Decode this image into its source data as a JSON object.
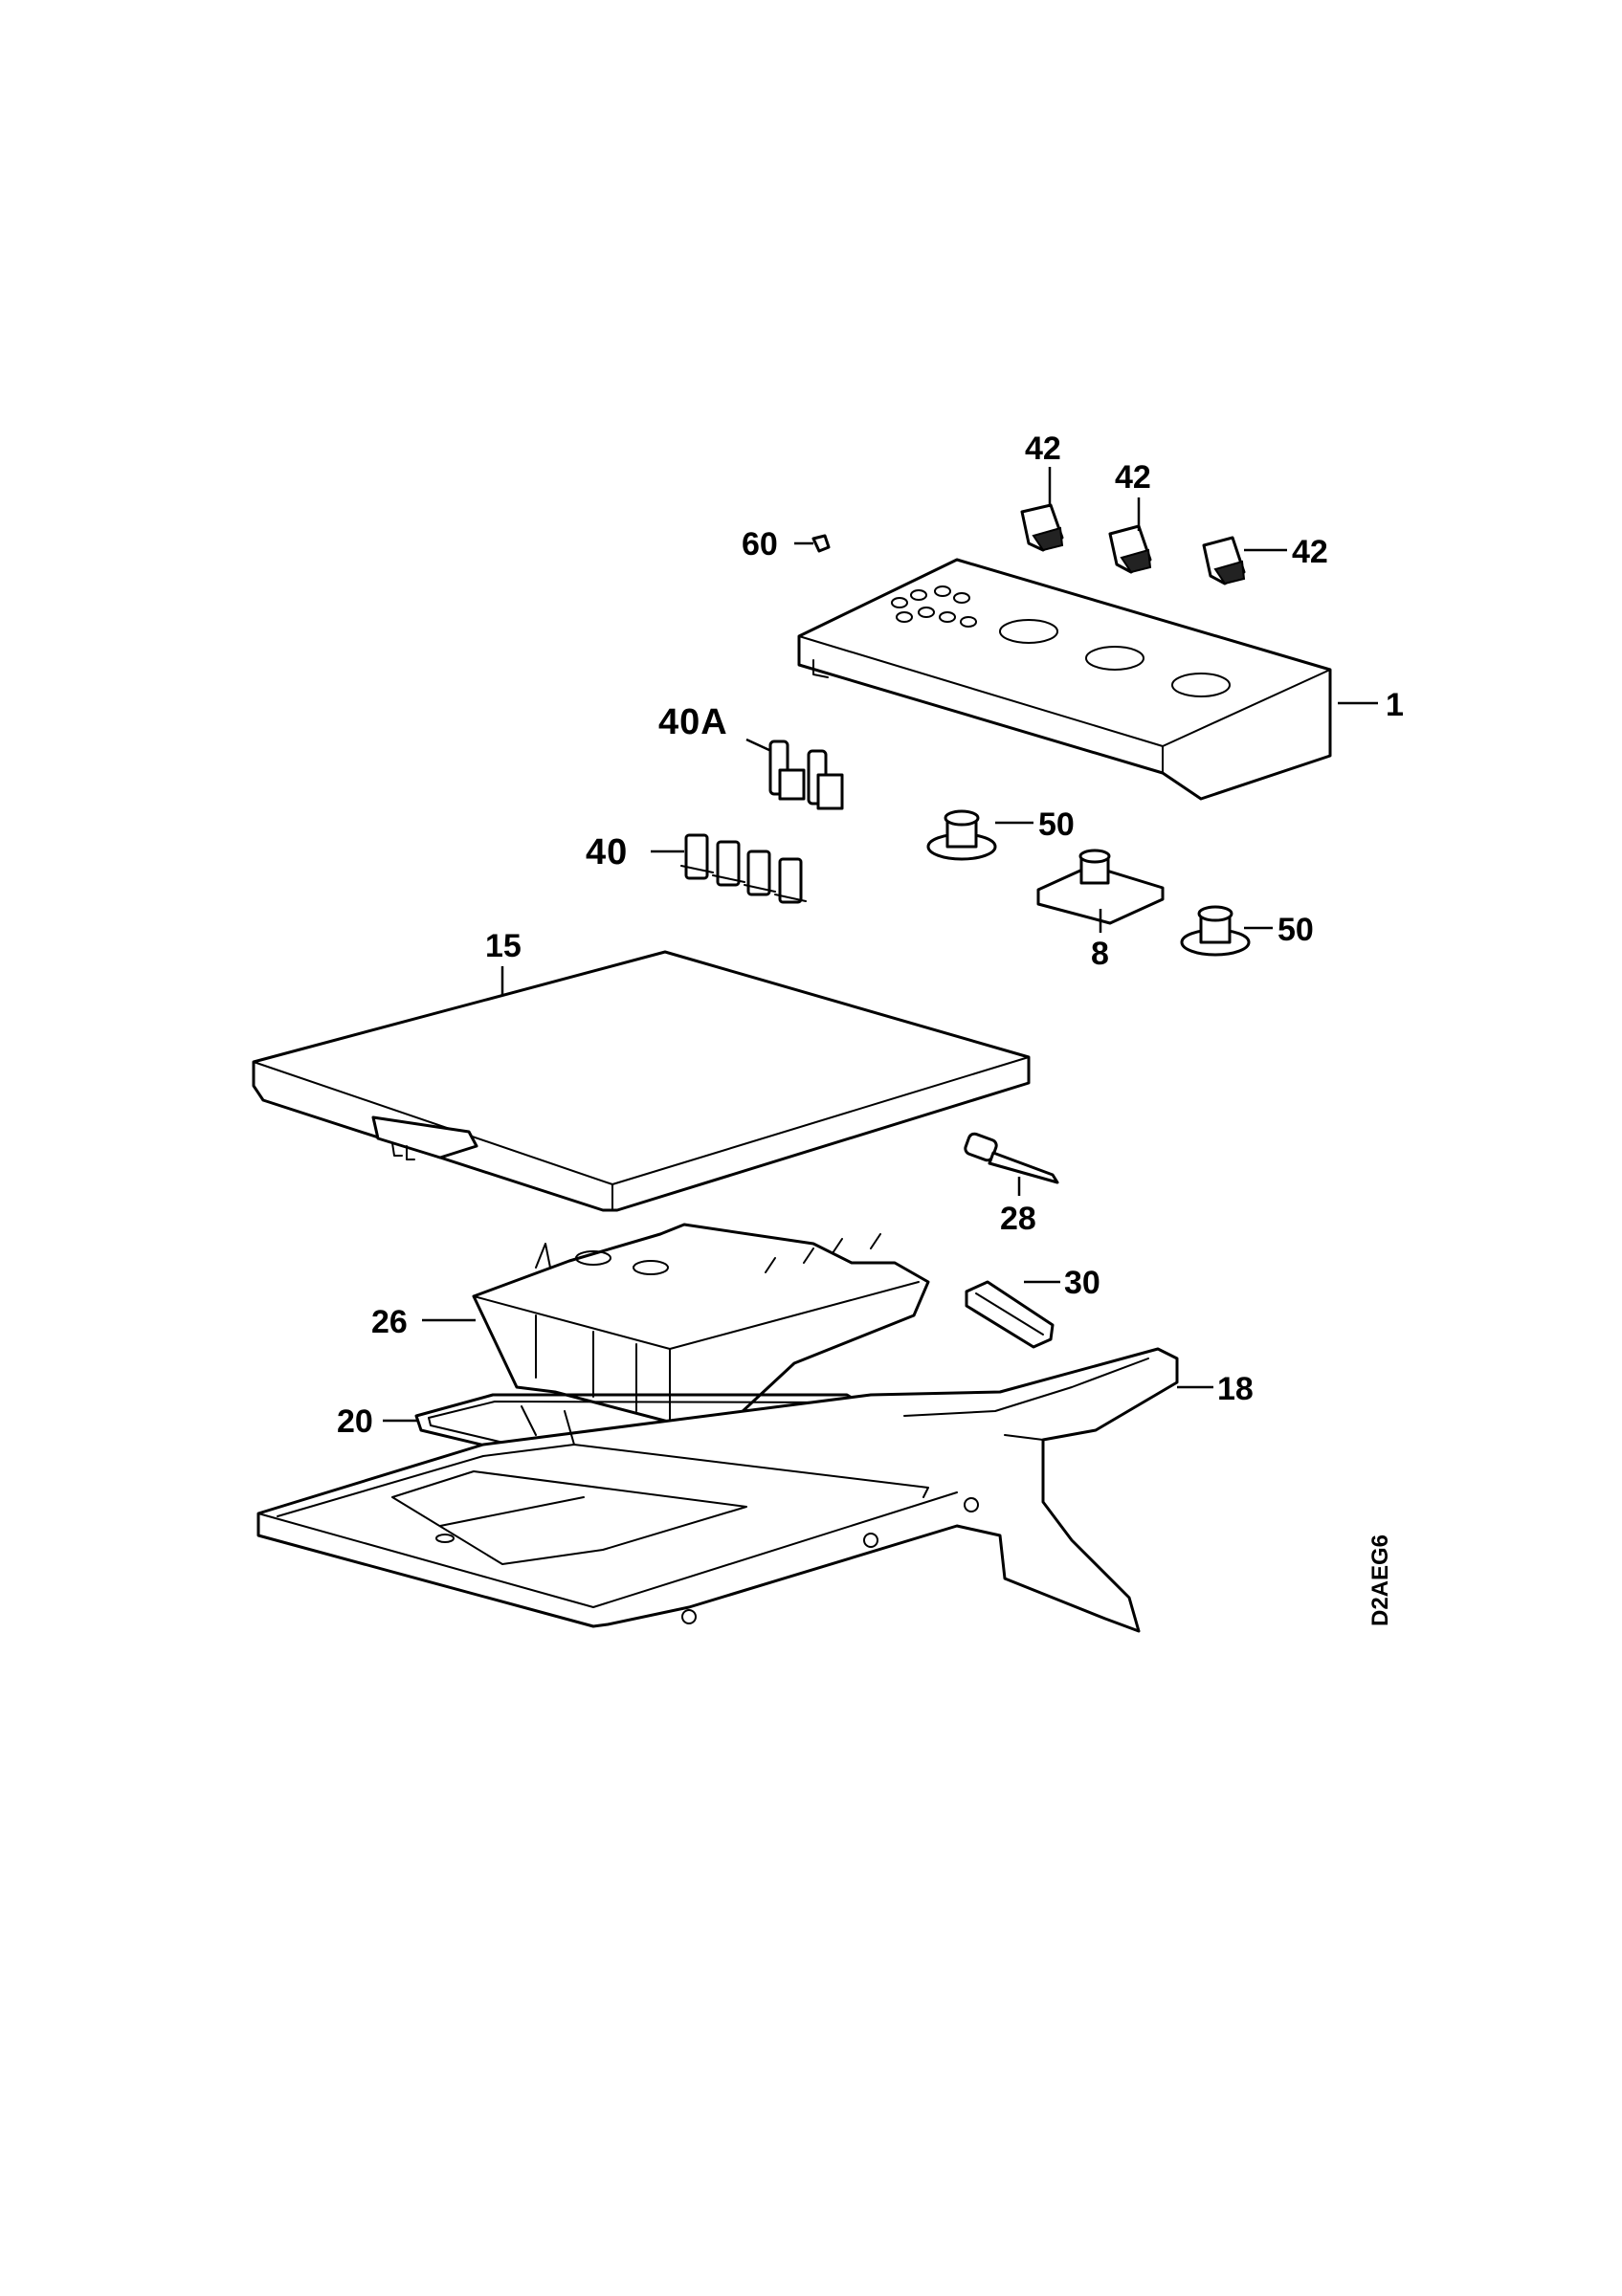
{
  "diagram": {
    "code": "D2AEG6",
    "callouts": {
      "c42a": "42",
      "c42b": "42",
      "c42c": "42",
      "c60": "60",
      "c1": "1",
      "c40A": "40A",
      "c40": "40",
      "c50a": "50",
      "c50b": "50",
      "c8": "8",
      "c15": "15",
      "c28": "28",
      "c30": "30",
      "c26": "26",
      "c20": "20",
      "c18": "18"
    }
  }
}
